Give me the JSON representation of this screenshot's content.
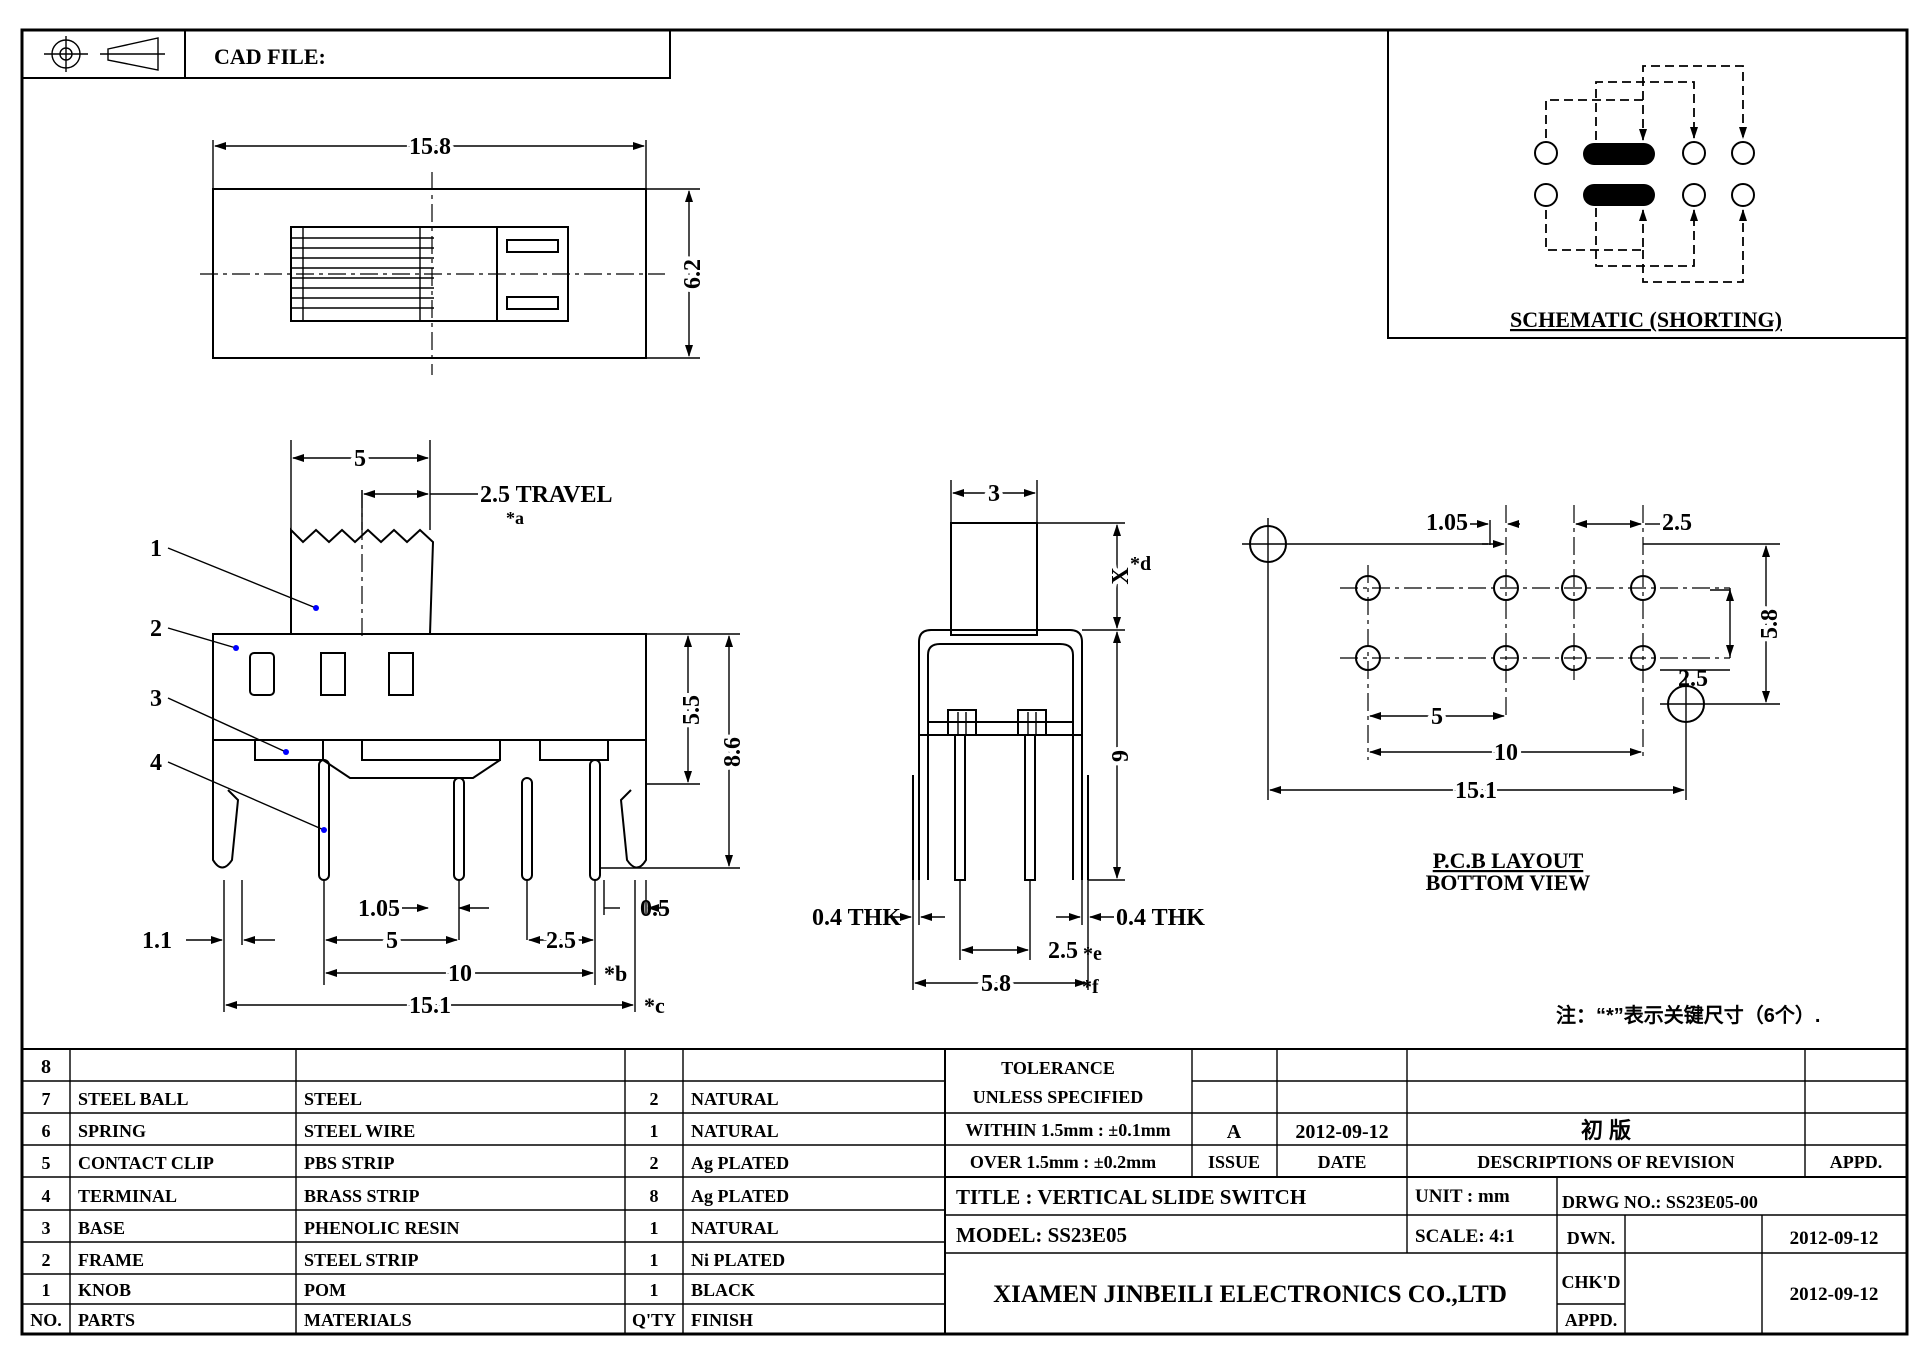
{
  "header": {
    "cad_file_label": "CAD FILE:"
  },
  "schematic": {
    "title": "SCHEMATIC (SHORTING)"
  },
  "top_view": {
    "dims": {
      "length": "15.8",
      "width": "6.2"
    }
  },
  "side_view": {
    "dims": {
      "knob_width": "5",
      "travel": "2.5 TRAVEL",
      "travel_mark": "*a",
      "height_body": "5.5",
      "height_total": "8.6",
      "pin_offset": "1.05",
      "pin_pitch_5": "5",
      "pin_pitch_2_5": "2.5",
      "pin_span_10": "10",
      "mark_b": "*b",
      "overall": "15.1",
      "mark_c": "*c",
      "lead_1_1": "1.1",
      "lead_0_5": "0.5"
    },
    "callouts": [
      "1",
      "2",
      "3",
      "4"
    ]
  },
  "end_view": {
    "dims": {
      "knob": "3",
      "x": "X",
      "mark_d": "*d",
      "height": "9",
      "thk_left": "0.4 THK",
      "thk_right": "0.4 THK",
      "pitch": "2.5",
      "mark_e": "*e",
      "width": "5.8",
      "mark_f": "*f"
    }
  },
  "pcb": {
    "dims": {
      "d1": "1.05",
      "d2": "2.5",
      "d3": "5.8",
      "d4": "2.5",
      "d5": "5",
      "d6": "10",
      "d7": "15.1"
    },
    "title": "P.C.B LAYOUT",
    "subtitle": "BOTTOM VIEW"
  },
  "note": "注：“*”表示关键尺寸（6个）.",
  "bom": {
    "rows": [
      {
        "no": "8",
        "part": "",
        "material": "",
        "qty": "",
        "finish": ""
      },
      {
        "no": "7",
        "part": "STEEL BALL",
        "material": "STEEL",
        "qty": "2",
        "finish": "NATURAL"
      },
      {
        "no": "6",
        "part": "SPRING",
        "material": "STEEL WIRE",
        "qty": "1",
        "finish": "NATURAL"
      },
      {
        "no": "5",
        "part": "CONTACT CLIP",
        "material": "PBS STRIP",
        "qty": "2",
        "finish": "Ag PLATED"
      },
      {
        "no": "4",
        "part": "TERMINAL",
        "material": "BRASS STRIP",
        "qty": "8",
        "finish": "Ag PLATED"
      },
      {
        "no": "3",
        "part": "BASE",
        "material": "PHENOLIC RESIN",
        "qty": "1",
        "finish": "NATURAL"
      },
      {
        "no": "2",
        "part": "FRAME",
        "material": "STEEL STRIP",
        "qty": "1",
        "finish": "Ni PLATED"
      },
      {
        "no": "1",
        "part": "KNOB",
        "material": "POM",
        "qty": "1",
        "finish": "BLACK"
      }
    ],
    "header": {
      "no": "NO.",
      "part": "PARTS",
      "material": "MATERIALS",
      "qty": "Q'TY",
      "finish": "FINISH"
    }
  },
  "title_block": {
    "tolerance_1": "TOLERANCE",
    "tolerance_2": "UNLESS  SPECIFIED",
    "tol_within": "WITHIN 1.5mm : ±0.1mm",
    "tol_over": "OVER 1.5mm : ±0.2mm",
    "issue_value": "A",
    "date_value": "2012-09-12",
    "revision_desc": "初  版",
    "issue_label": "ISSUE",
    "date_label": "DATE",
    "desc_label": "DESCRIPTIONS OF REVISION",
    "appd_label": "APPD.",
    "title": "TITLE :  VERTICAL SLIDE SWITCH",
    "unit": "UNIT :  mm",
    "drwg_no": "DRWG NO.: SS23E05-00",
    "model": "MODEL:   SS23E05",
    "scale": "SCALE:  4:1",
    "dwn_label": "DWN.",
    "dwn_date": "2012-09-12",
    "company": "XIAMEN JINBEILI ELECTRONICS CO.,LTD",
    "chkd_label": "CHK'D",
    "chkd_date": "2012-09-12",
    "appd2_label": "APPD."
  }
}
